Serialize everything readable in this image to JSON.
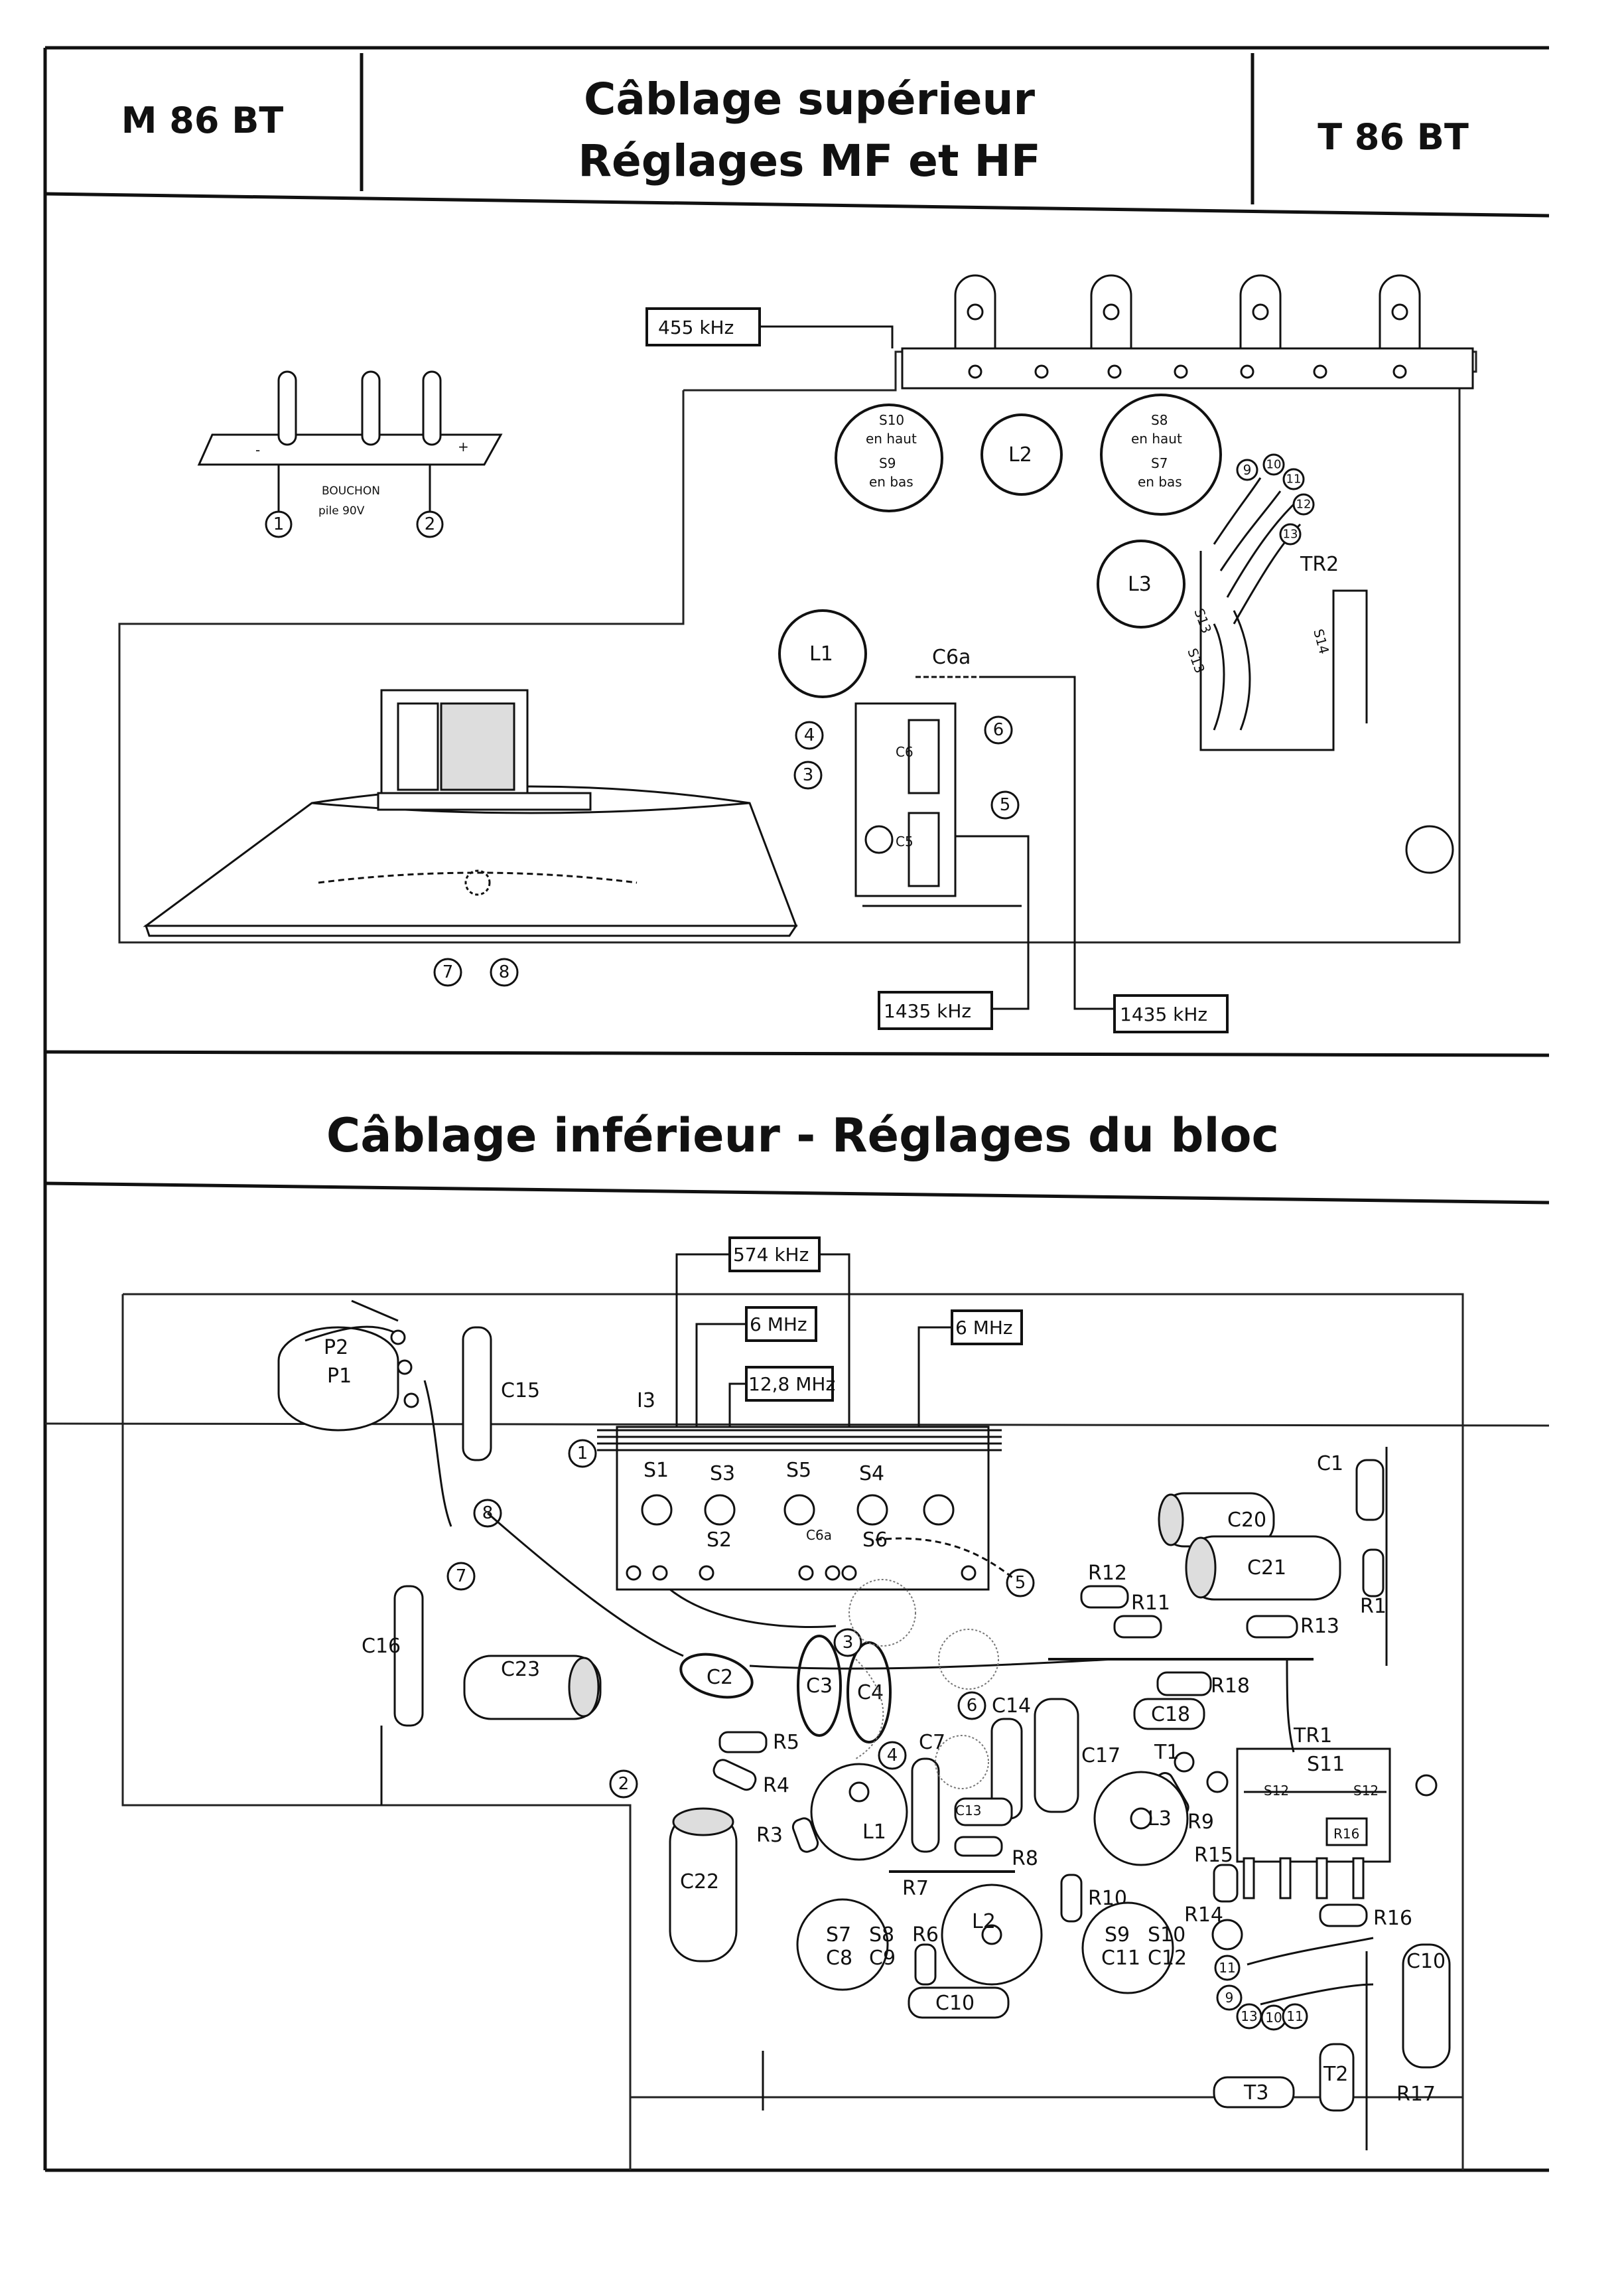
{
  "header": {
    "left_code": "M 86 BT",
    "title_line1": "Câblage supérieur",
    "title_line2": "Réglages MF et HF",
    "right_code": "T 86 BT"
  },
  "upper": {
    "freq_455": "455 kHz",
    "freq_1435_left": "1435 kHz",
    "freq_1435_right": "1435 kHz",
    "bouchon_label": "BOUCHON",
    "pile_label": "pile 90V",
    "plug_minus": "-",
    "plug_plus": "+",
    "coil_s10_s9": [
      "S10",
      "en haut",
      "S9",
      "en bas"
    ],
    "coil_s8_s7": [
      "S8",
      "en haut",
      "S7",
      "en bas"
    ],
    "coil_l2": "L2",
    "coil_l3": "L3",
    "coil_l1": "L1",
    "cap_c6a": "C6a",
    "tr2": "TR2",
    "s13a": "S13",
    "s13b": "S13",
    "s14": "S14",
    "trimmer_c6": "C6",
    "trimmer_c5": "C5",
    "numbers": [
      "1",
      "2",
      "3",
      "4",
      "5",
      "6",
      "7",
      "8",
      "9",
      "10",
      "11",
      "12",
      "13"
    ]
  },
  "section2_title": "Câblage inférieur - Réglages du bloc",
  "lower": {
    "freq_574": "574 kHz",
    "freq_6mhz_a": "6 MHz",
    "freq_6mhz_b": "6 MHz",
    "freq_12_8": "12,8 MHz",
    "switch_labels": [
      "I3",
      "S1",
      "S3",
      "S5",
      "S4",
      "S2",
      "S6",
      "C6a"
    ],
    "pot_labels": [
      "P2",
      "P1"
    ],
    "components": [
      "C15",
      "C16",
      "C23",
      "C2",
      "C3",
      "C4",
      "C14",
      "C17",
      "C7",
      "C13",
      "C22",
      "C20",
      "C21",
      "C18",
      "C1",
      "R1",
      "R12",
      "R11",
      "R13",
      "R18",
      "TR1",
      "S11",
      "S12",
      "S12",
      "R16",
      "T1",
      "R9",
      "L3",
      "L1",
      "R3",
      "R4",
      "R5",
      "R8",
      "R7",
      "R10",
      "R15",
      "R14",
      "R16",
      "L2",
      "R6",
      "C10",
      "C10",
      "R17",
      "T2",
      "T3"
    ],
    "coil_s7_c8": [
      "S7",
      "C8"
    ],
    "coil_s8_c9": [
      "S8",
      "C9"
    ],
    "coil_s9_c11": [
      "S9",
      "C11"
    ],
    "coil_s10_c12": [
      "S10",
      "C12"
    ],
    "numbers": [
      "1",
      "2",
      "3",
      "4",
      "5",
      "6",
      "7",
      "8",
      "9",
      "10",
      "11",
      "11",
      "13"
    ]
  }
}
